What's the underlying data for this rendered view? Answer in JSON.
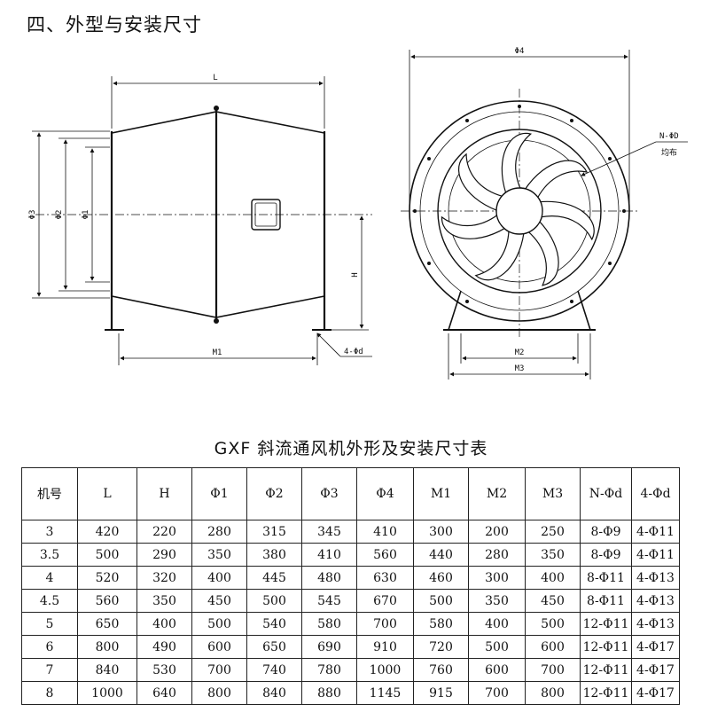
{
  "section_heading": "四、外型与安装尺寸",
  "drawing_labels": {
    "L": "L",
    "phi3": "Φ3",
    "phi2": "Φ2",
    "phi1": "Φ1",
    "H": "H",
    "M1": "M1",
    "foot_holes": "4-Φd",
    "phi4": "Φ4",
    "bolt_holes": "N-ΦD",
    "bolt_holes_note": "均布",
    "M2": "M2",
    "M3": "M3"
  },
  "table": {
    "title": "GXF 斜流通风机外形及安装尺寸表",
    "headers": [
      "机号",
      "L",
      "H",
      "Φ1",
      "Φ2",
      "Φ3",
      "Φ4",
      "M1",
      "M2",
      "M3",
      "N-Φd",
      "4-Φd"
    ],
    "rows": [
      [
        "3",
        "420",
        "220",
        "280",
        "315",
        "345",
        "410",
        "300",
        "200",
        "250",
        "8-Φ9",
        "4-Φ11"
      ],
      [
        "3.5",
        "500",
        "290",
        "350",
        "380",
        "410",
        "560",
        "440",
        "280",
        "350",
        "8-Φ9",
        "4-Φ11"
      ],
      [
        "4",
        "520",
        "320",
        "400",
        "445",
        "480",
        "630",
        "460",
        "300",
        "400",
        "8-Φ11",
        "4-Φ13"
      ],
      [
        "4.5",
        "560",
        "350",
        "450",
        "500",
        "545",
        "670",
        "500",
        "350",
        "450",
        "8-Φ11",
        "4-Φ13"
      ],
      [
        "5",
        "650",
        "400",
        "500",
        "540",
        "580",
        "700",
        "580",
        "400",
        "500",
        "12-Φ11",
        "4-Φ13"
      ],
      [
        "6",
        "800",
        "490",
        "600",
        "650",
        "690",
        "910",
        "720",
        "500",
        "600",
        "12-Φ11",
        "4-Φ17"
      ],
      [
        "7",
        "840",
        "530",
        "700",
        "740",
        "780",
        "1000",
        "760",
        "600",
        "700",
        "12-Φ11",
        "4-Φ17"
      ],
      [
        "8",
        "1000",
        "640",
        "800",
        "840",
        "880",
        "1145",
        "915",
        "700",
        "800",
        "12-Φ11",
        "4-Φ17"
      ]
    ]
  }
}
